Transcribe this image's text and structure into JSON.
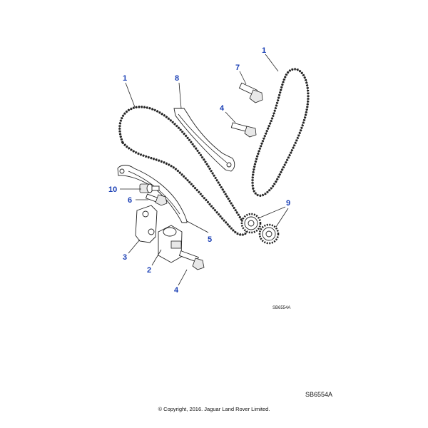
{
  "diagram": {
    "callouts": [
      {
        "id": "1",
        "label": "1"
      },
      {
        "id": "1b",
        "label": "1"
      },
      {
        "id": "2",
        "label": "2"
      },
      {
        "id": "3",
        "label": "3"
      },
      {
        "id": "4",
        "label": "4"
      },
      {
        "id": "4b",
        "label": "4"
      },
      {
        "id": "5",
        "label": "5"
      },
      {
        "id": "6",
        "label": "6"
      },
      {
        "id": "7",
        "label": "7"
      },
      {
        "id": "8",
        "label": "8"
      },
      {
        "id": "9",
        "label": "9"
      },
      {
        "id": "10",
        "label": "10"
      }
    ],
    "ref_small": "SB6554A",
    "ref_large": "SB6554A",
    "copyright": "© Copyright, 2016. Jaguar Land Rover Limited."
  }
}
